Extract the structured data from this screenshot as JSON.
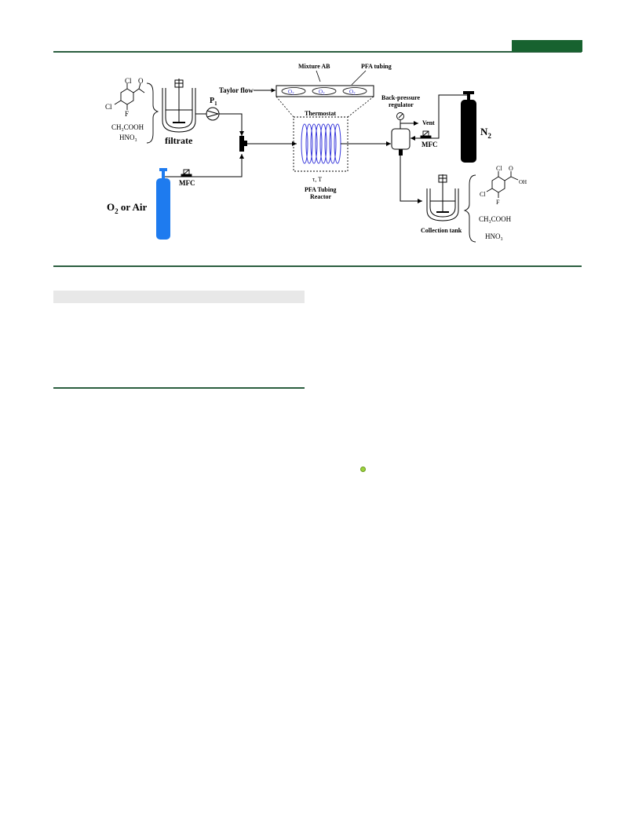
{
  "colors": {
    "header_rule": "#2b5e3f",
    "header_tab": "#17622f",
    "oxygen_cylinder": "#1e7bef",
    "nitrogen_cylinder": "#000000",
    "reactor_coil": "#3b3bdc",
    "marker_dot": "#9cd23c",
    "gray_bar": "#e8e8e8"
  },
  "figure": {
    "labels": {
      "mixture_ab": "Mixture AB",
      "pfa_tubing": "PFA tubing",
      "taylor_flow": "Taylor flow",
      "o2_slug_1": "O",
      "o2_slug_1_sub": "2",
      "o2_slug_2": "O",
      "o2_slug_2_sub": "2",
      "o2_slug_3": "O",
      "o2_slug_3_sub": "2",
      "thermostat": "Thermostat",
      "tau_t": "τ,  T",
      "pfa_reactor_1": "PFA Tubing",
      "pfa_reactor_2": "Reactor",
      "pump": "P",
      "pump_sub": "1",
      "filtrate": "filtrate",
      "ch3cooh_left": "CH₃COOH",
      "hno3_left": "HNO₃",
      "mfc_left": "MFC",
      "o2_air_prefix": "O",
      "o2_air_sub": "2",
      "o2_air_suffix": " or Air",
      "bpr_1": "Back-pressure",
      "bpr_2": "regulator",
      "vent": "Vent",
      "mfc_right": "MFC",
      "n2": "N",
      "n2_sub": "2",
      "collection_tank": "Collection tank",
      "ch3cooh_right": "CH₃COOH",
      "hno3_right": "HNO₃",
      "reactant_cl_top": "Cl",
      "reactant_cl_left": "Cl",
      "reactant_f": "F",
      "reactant_o": "O",
      "product_cl_top": "Cl",
      "product_cl_left": "Cl",
      "product_f": "F",
      "product_o": "O",
      "product_oh": "OH"
    }
  }
}
